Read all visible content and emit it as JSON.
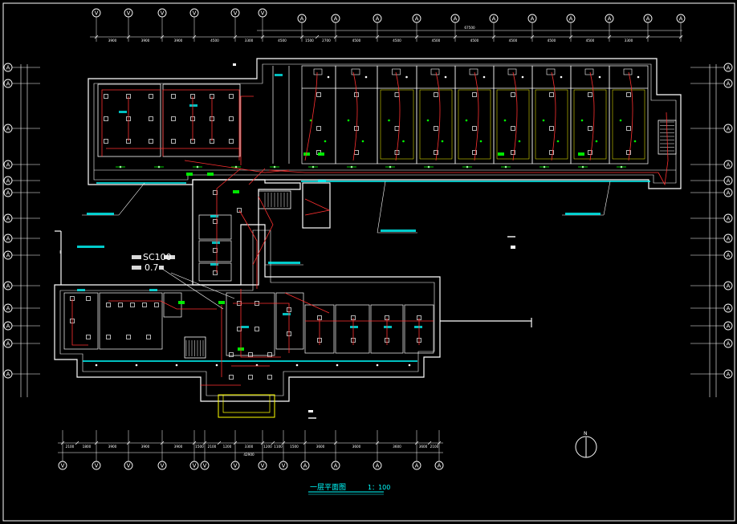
{
  "colors": {
    "background": "#000000",
    "frame": "#ffffff",
    "wall": "#ffffff",
    "wiring": "#ff3030",
    "fixture": "#ffffff",
    "annotation": "#00ffff",
    "room_label": "#00ff00",
    "accent_yellow": "#ffff00"
  },
  "drawing": {
    "caption": "SC100",
    "depth": "0.7",
    "title": "一层平面图",
    "scale": "1：100",
    "north": "N"
  },
  "axes": {
    "top_v": [
      "V",
      "V",
      "V",
      "V",
      "V",
      "V"
    ],
    "top_a": [
      "A",
      "A",
      "A",
      "A",
      "A",
      "A",
      "A",
      "A",
      "A",
      "A",
      "A",
      "A"
    ],
    "bottom_v": [
      "V",
      "V",
      "V",
      "V",
      "V",
      "V",
      "V",
      "V",
      "V",
      "V",
      "V",
      "V",
      "V"
    ],
    "left": [
      "A",
      "A",
      "A",
      "A",
      "A",
      "A",
      "A",
      "A",
      "A",
      "A",
      "A",
      "A",
      "A",
      "A"
    ],
    "right": [
      "A",
      "A",
      "A",
      "A",
      "A",
      "A",
      "A",
      "A",
      "A",
      "A",
      "A",
      "A",
      "A",
      "A"
    ]
  },
  "dims": {
    "top": [
      "3900",
      "3900",
      "3900",
      "4500",
      "3300",
      "4500",
      "1500",
      "2700",
      "4500",
      "4500",
      "4500",
      "4500",
      "4500",
      "4500",
      "4500",
      "3300"
    ],
    "top_total": "67500",
    "bottom": [
      "2100",
      "1800",
      "3900",
      "3900",
      "3900",
      "1500",
      "2100",
      "1200",
      "3300",
      "1200",
      "1100",
      "1500",
      "3600",
      "3600",
      "3600",
      "3600",
      "2100"
    ],
    "bottom_total": "42900"
  }
}
